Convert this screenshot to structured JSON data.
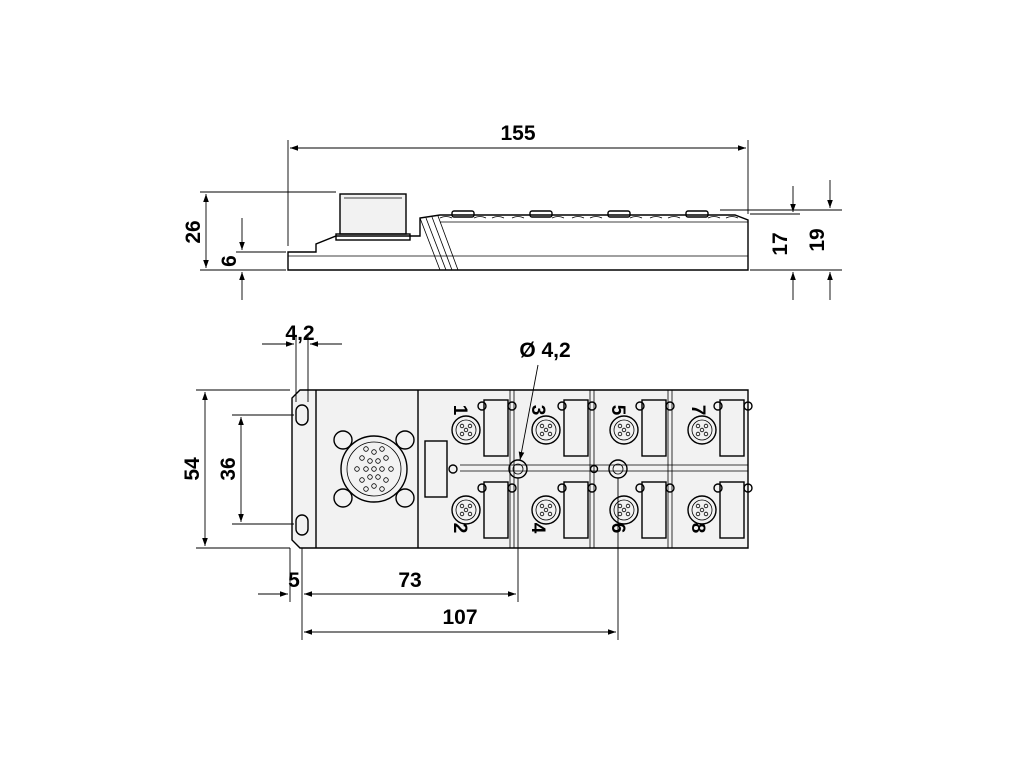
{
  "dimensions": {
    "overall_length": "155",
    "height_26": "26",
    "flange_6": "6",
    "height_17": "17",
    "height_19": "19",
    "slot_width": "4,2",
    "hole_diameter": "Ø 4,2",
    "width_54": "54",
    "hole_spacing_36": "36",
    "offset_5": "5",
    "pitch_73": "73",
    "pitch_107": "107"
  },
  "ports": [
    {
      "label": "1"
    },
    {
      "label": "2"
    },
    {
      "label": "3"
    },
    {
      "label": "4"
    },
    {
      "label": "5"
    },
    {
      "label": "6"
    },
    {
      "label": "7"
    },
    {
      "label": "8"
    }
  ]
}
